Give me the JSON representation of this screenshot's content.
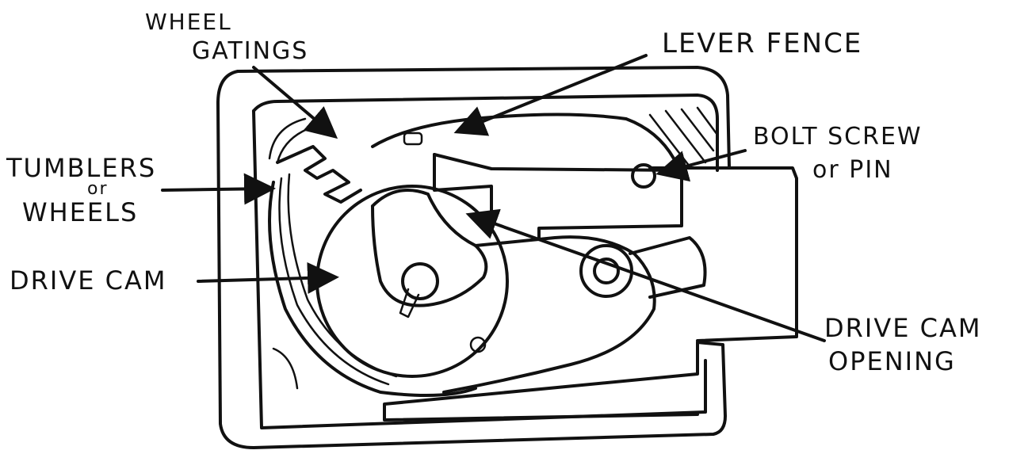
{
  "labels": {
    "wheel_gatings_line1": "WHEEL",
    "wheel_gatings_line2": "GATINGS",
    "lever_fence": "LEVER FENCE",
    "tumblers_line1": "TUMBLERS",
    "tumblers_line2": "or",
    "tumblers_line3": "WHEELS",
    "bolt_screw_line1": "BOLT SCREW",
    "bolt_screw_line2": "or PIN",
    "drive_cam": "DRIVE CAM",
    "drive_cam_opening_line1": "DRIVE CAM",
    "drive_cam_opening_line2": "OPENING"
  },
  "colors": {
    "ink": "#111111",
    "paper": "#ffffff"
  }
}
